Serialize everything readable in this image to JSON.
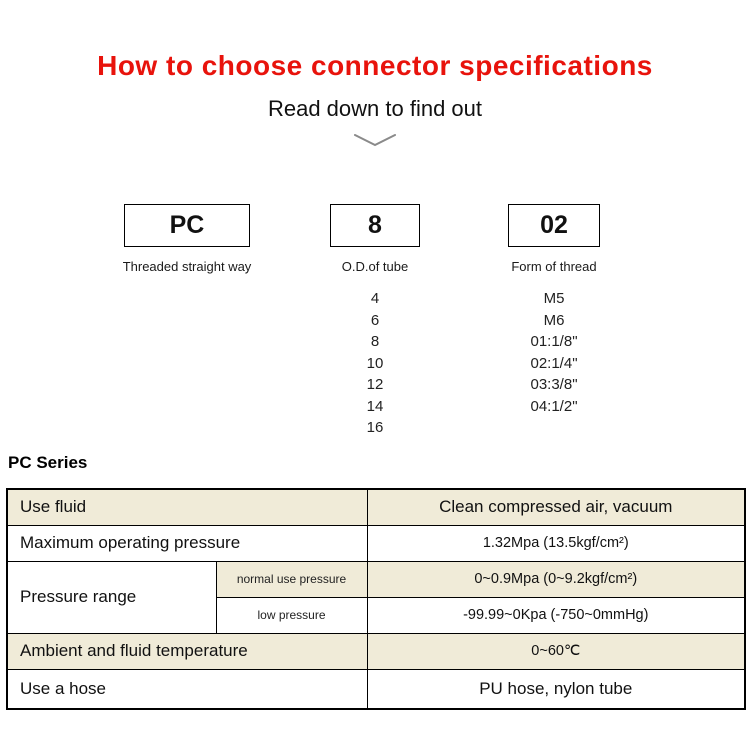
{
  "header": {
    "title": "How to choose connector specifications",
    "subtitle": "Read down to find out"
  },
  "diagram": {
    "columns": [
      {
        "code": "PC",
        "label": "Threaded straight way"
      },
      {
        "code": "8",
        "label": "O.D.of tube",
        "options": [
          "4",
          "6",
          "8",
          "10",
          "12",
          "14",
          "16"
        ]
      },
      {
        "code": "02",
        "label": "Form of thread",
        "options": [
          "M5",
          "M6",
          "01:1/8\"",
          "02:1/4\"",
          "03:3/8\"",
          "04:1/2\""
        ]
      }
    ]
  },
  "series": {
    "title": "PC Series"
  },
  "table": {
    "rows": {
      "use_fluid": {
        "label": "Use fluid",
        "value": "Clean compressed air, vacuum"
      },
      "max_pressure": {
        "label": "Maximum operating pressure",
        "value": "1.32Mpa  (13.5kgf/cm²)"
      },
      "pressure_range": {
        "label": "Pressure range",
        "normal": {
          "label": "normal use pressure",
          "value": "0~0.9Mpa  (0~9.2kgf/cm²)"
        },
        "low": {
          "label": "low pressure",
          "value": "-99.99~0Kpa  (-750~0mmHg)"
        }
      },
      "temperature": {
        "label": "Ambient and fluid temperature",
        "value": "0~60℃"
      },
      "hose": {
        "label": "Use a hose",
        "value": "PU hose, nylon tube"
      }
    }
  },
  "colors": {
    "accent_red": "#e8130c",
    "row_beige": "#f0ebd8"
  }
}
